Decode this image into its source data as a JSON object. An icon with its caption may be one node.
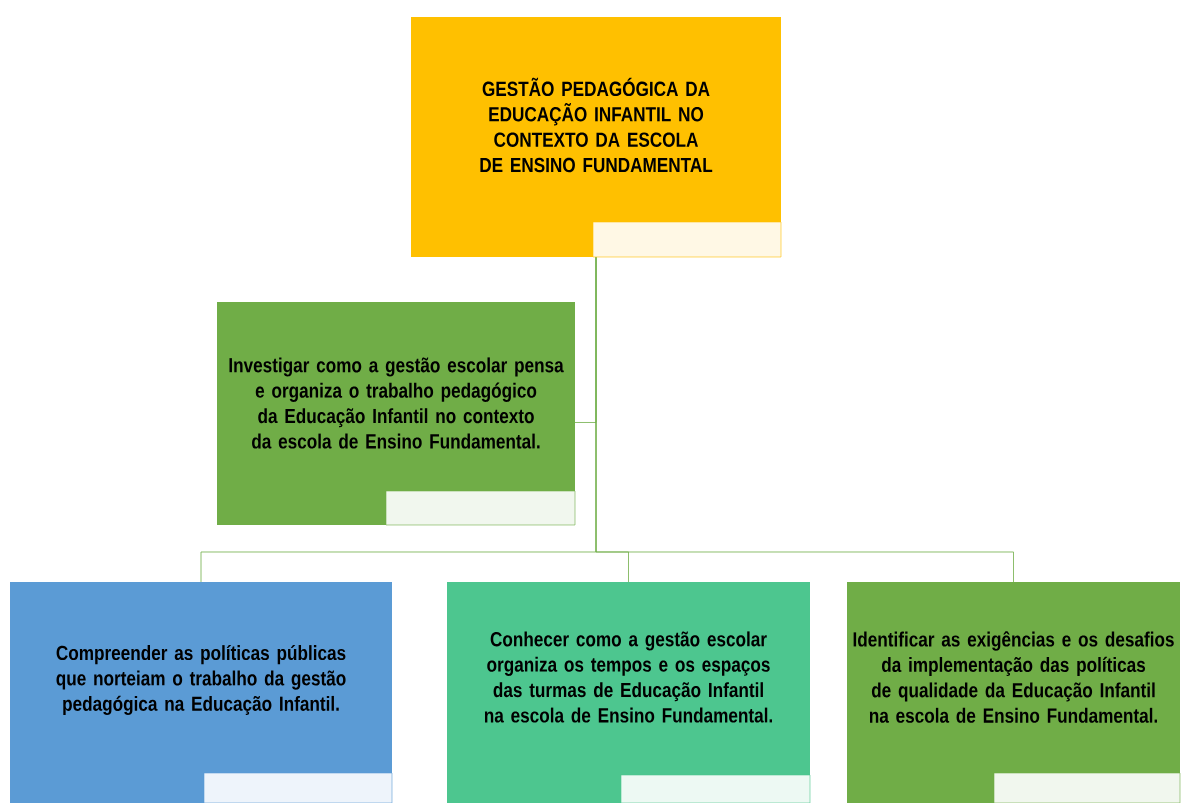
{
  "diagram": {
    "nodes": [
      {
        "text": [
          "GESTÃO PEDAGÓGICA DA EDUCAÇÃO INFANTIL NO CONTEXTO DA ESCOLA DE ENSINO FUNDAMENTAL"
        ]
      },
      {
        "text": [
          "Investigar como a gestão escolar pensa e organiza o trabalho pedagógico da Educação Infantil no contexto da escola de Ensino Fundamental."
        ]
      },
      {
        "text": [
          "Compreender as políticas públicas que norteiam o trabalho da gestão pedagógica na Educação Infantil."
        ]
      },
      {
        "text": [
          "Conhecer como a gestão escolar organiza os tempos e os espaços das turmas de Educação Infantil na escola de Ensino Fundamental."
        ]
      },
      {
        "text": [
          "Identificar as exigências e os desafios da implementação das políticas de qualidade da Educação Infantil na escola de Ensino Fundamental."
        ]
      }
    ],
    "edges": [
      {
        "from": 0,
        "to": 1,
        "arrow": "none"
      },
      {
        "from": 0,
        "to": 2,
        "arrow": "none"
      },
      {
        "from": 0,
        "to": 3,
        "arrow": "none"
      },
      {
        "from": 0,
        "to": 4,
        "arrow": "none"
      }
    ]
  }
}
